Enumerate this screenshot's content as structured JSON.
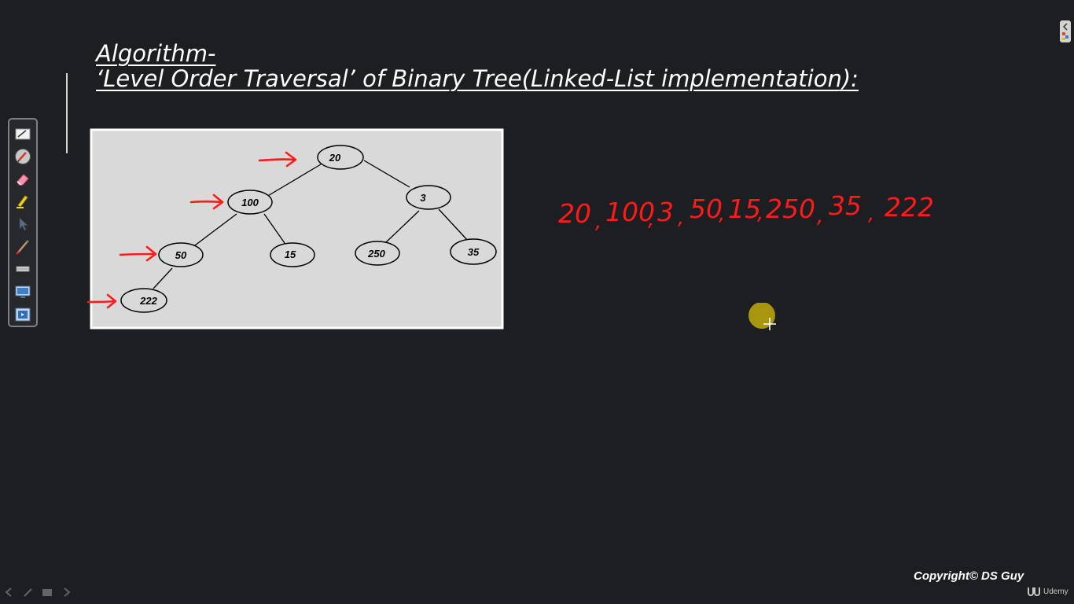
{
  "slide": {
    "title_line1": "Algorithm-",
    "title_line2": "‘Level Order Traversal’ of Binary Tree(Linked-List implementation):"
  },
  "tree": {
    "nodes": [
      {
        "id": "n20",
        "label": "20"
      },
      {
        "id": "n100",
        "label": "100"
      },
      {
        "id": "n3",
        "label": "3"
      },
      {
        "id": "n50",
        "label": "50"
      },
      {
        "id": "n15",
        "label": "15"
      },
      {
        "id": "n250",
        "label": "250"
      },
      {
        "id": "n35",
        "label": "35"
      },
      {
        "id": "n222",
        "label": "222"
      }
    ],
    "edges": [
      [
        "n20",
        "n100"
      ],
      [
        "n20",
        "n3"
      ],
      [
        "n100",
        "n50"
      ],
      [
        "n100",
        "n15"
      ],
      [
        "n3",
        "n250"
      ],
      [
        "n3",
        "n35"
      ],
      [
        "n50",
        "n222"
      ]
    ],
    "level_arrows": 4
  },
  "traversal": {
    "values": [
      "20",
      "100",
      "3",
      "50",
      "15",
      "250",
      "35",
      "222"
    ],
    "separator": ","
  },
  "toolbar": {
    "tools": [
      {
        "name": "whiteboard-icon"
      },
      {
        "name": "pen-icon"
      },
      {
        "name": "eraser-icon"
      },
      {
        "name": "highlighter-icon"
      },
      {
        "name": "pointer-icon"
      },
      {
        "name": "brush-icon"
      },
      {
        "name": "line-icon"
      },
      {
        "name": "screen-icon"
      },
      {
        "name": "capture-icon"
      }
    ]
  },
  "footer": {
    "copyright": "Copyright© DS Guy",
    "brand": "Udemy"
  },
  "colors": {
    "background": "#1c1e21",
    "ink": "#ff1a1a",
    "diagram_bg": "#d9d9d9",
    "cursor": "#a8960f"
  }
}
